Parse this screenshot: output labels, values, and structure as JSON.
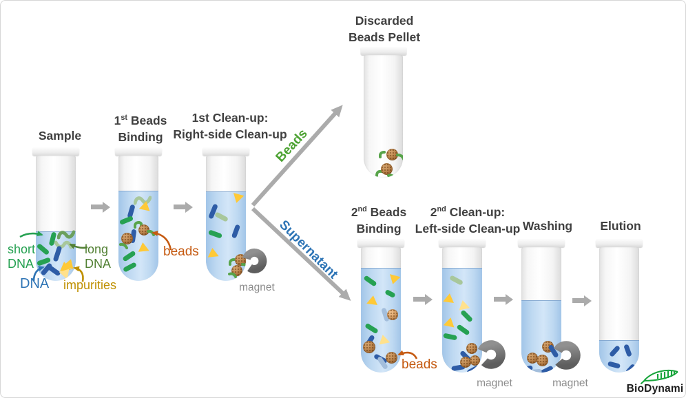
{
  "titles": {
    "sample": {
      "label": "Sample"
    },
    "beads_binding_1": {
      "num": "1",
      "ord": "st",
      "rest": " Beads",
      "line2": "Binding"
    },
    "cleanup_1": {
      "line1": "1st Clean-up:",
      "line2": "Right-side Clean-up"
    },
    "discarded": {
      "line1": "Discarded",
      "line2": "Beads Pellet"
    },
    "beads_binding_2": {
      "num": "2",
      "ord": "nd",
      "rest": " Beads",
      "line2": "Binding"
    },
    "cleanup_2": {
      "num": "2",
      "ord": "nd",
      "rest": " Clean-up:",
      "line2": "Left-side Clean-up"
    },
    "washing": {
      "label": "Washing"
    },
    "elution": {
      "label": "Elution"
    }
  },
  "labels": {
    "short_dna_1": "short",
    "short_dna_2": "DNA",
    "long_dna_1": "long",
    "long_dna_2": "DNA",
    "dna": "DNA",
    "impurities": "impurities",
    "beads_1": "beads",
    "beads_2": "beads",
    "magnet_1": "magnet",
    "magnet_2": "magnet",
    "magnet_3": "magnet",
    "branch_beads": "Beads",
    "branch_supernatant": "Supernatant"
  },
  "logo": {
    "text": "BioDynami"
  },
  "colors": {
    "title_text": "#404040",
    "arrow": "#ababab",
    "liquid_light": "#d3e6f8",
    "liquid_mid": "#bdd8f1",
    "liquid_edge": "#a2c5e8",
    "short_dna": "#26a152",
    "long_dna_fill": "#a8c79b",
    "long_dna_dark": "#6ba05e",
    "long_dna_label": "#538135",
    "dna": "#2e5ca6",
    "dna_pale": "#a3bedc",
    "dna_label": "#2e74b5",
    "impurity": "#ffc937",
    "impurity_pale": "#ffe18c",
    "impurity_label": "#bf9000",
    "bead_light": "#c08a52",
    "bead_dark": "#8a5526",
    "bead_dna": "#58a44a",
    "bead_label": "#c55a11",
    "magnet": "#7c7c7c",
    "magnet_dark": "#5e5e5e",
    "magnet_label": "#8c8c8c",
    "branch_beads": "#4ca232",
    "branch_supernatant": "#2e75b6",
    "logo_green": "#19a53c",
    "logo_text": "#1b1b1b"
  }
}
